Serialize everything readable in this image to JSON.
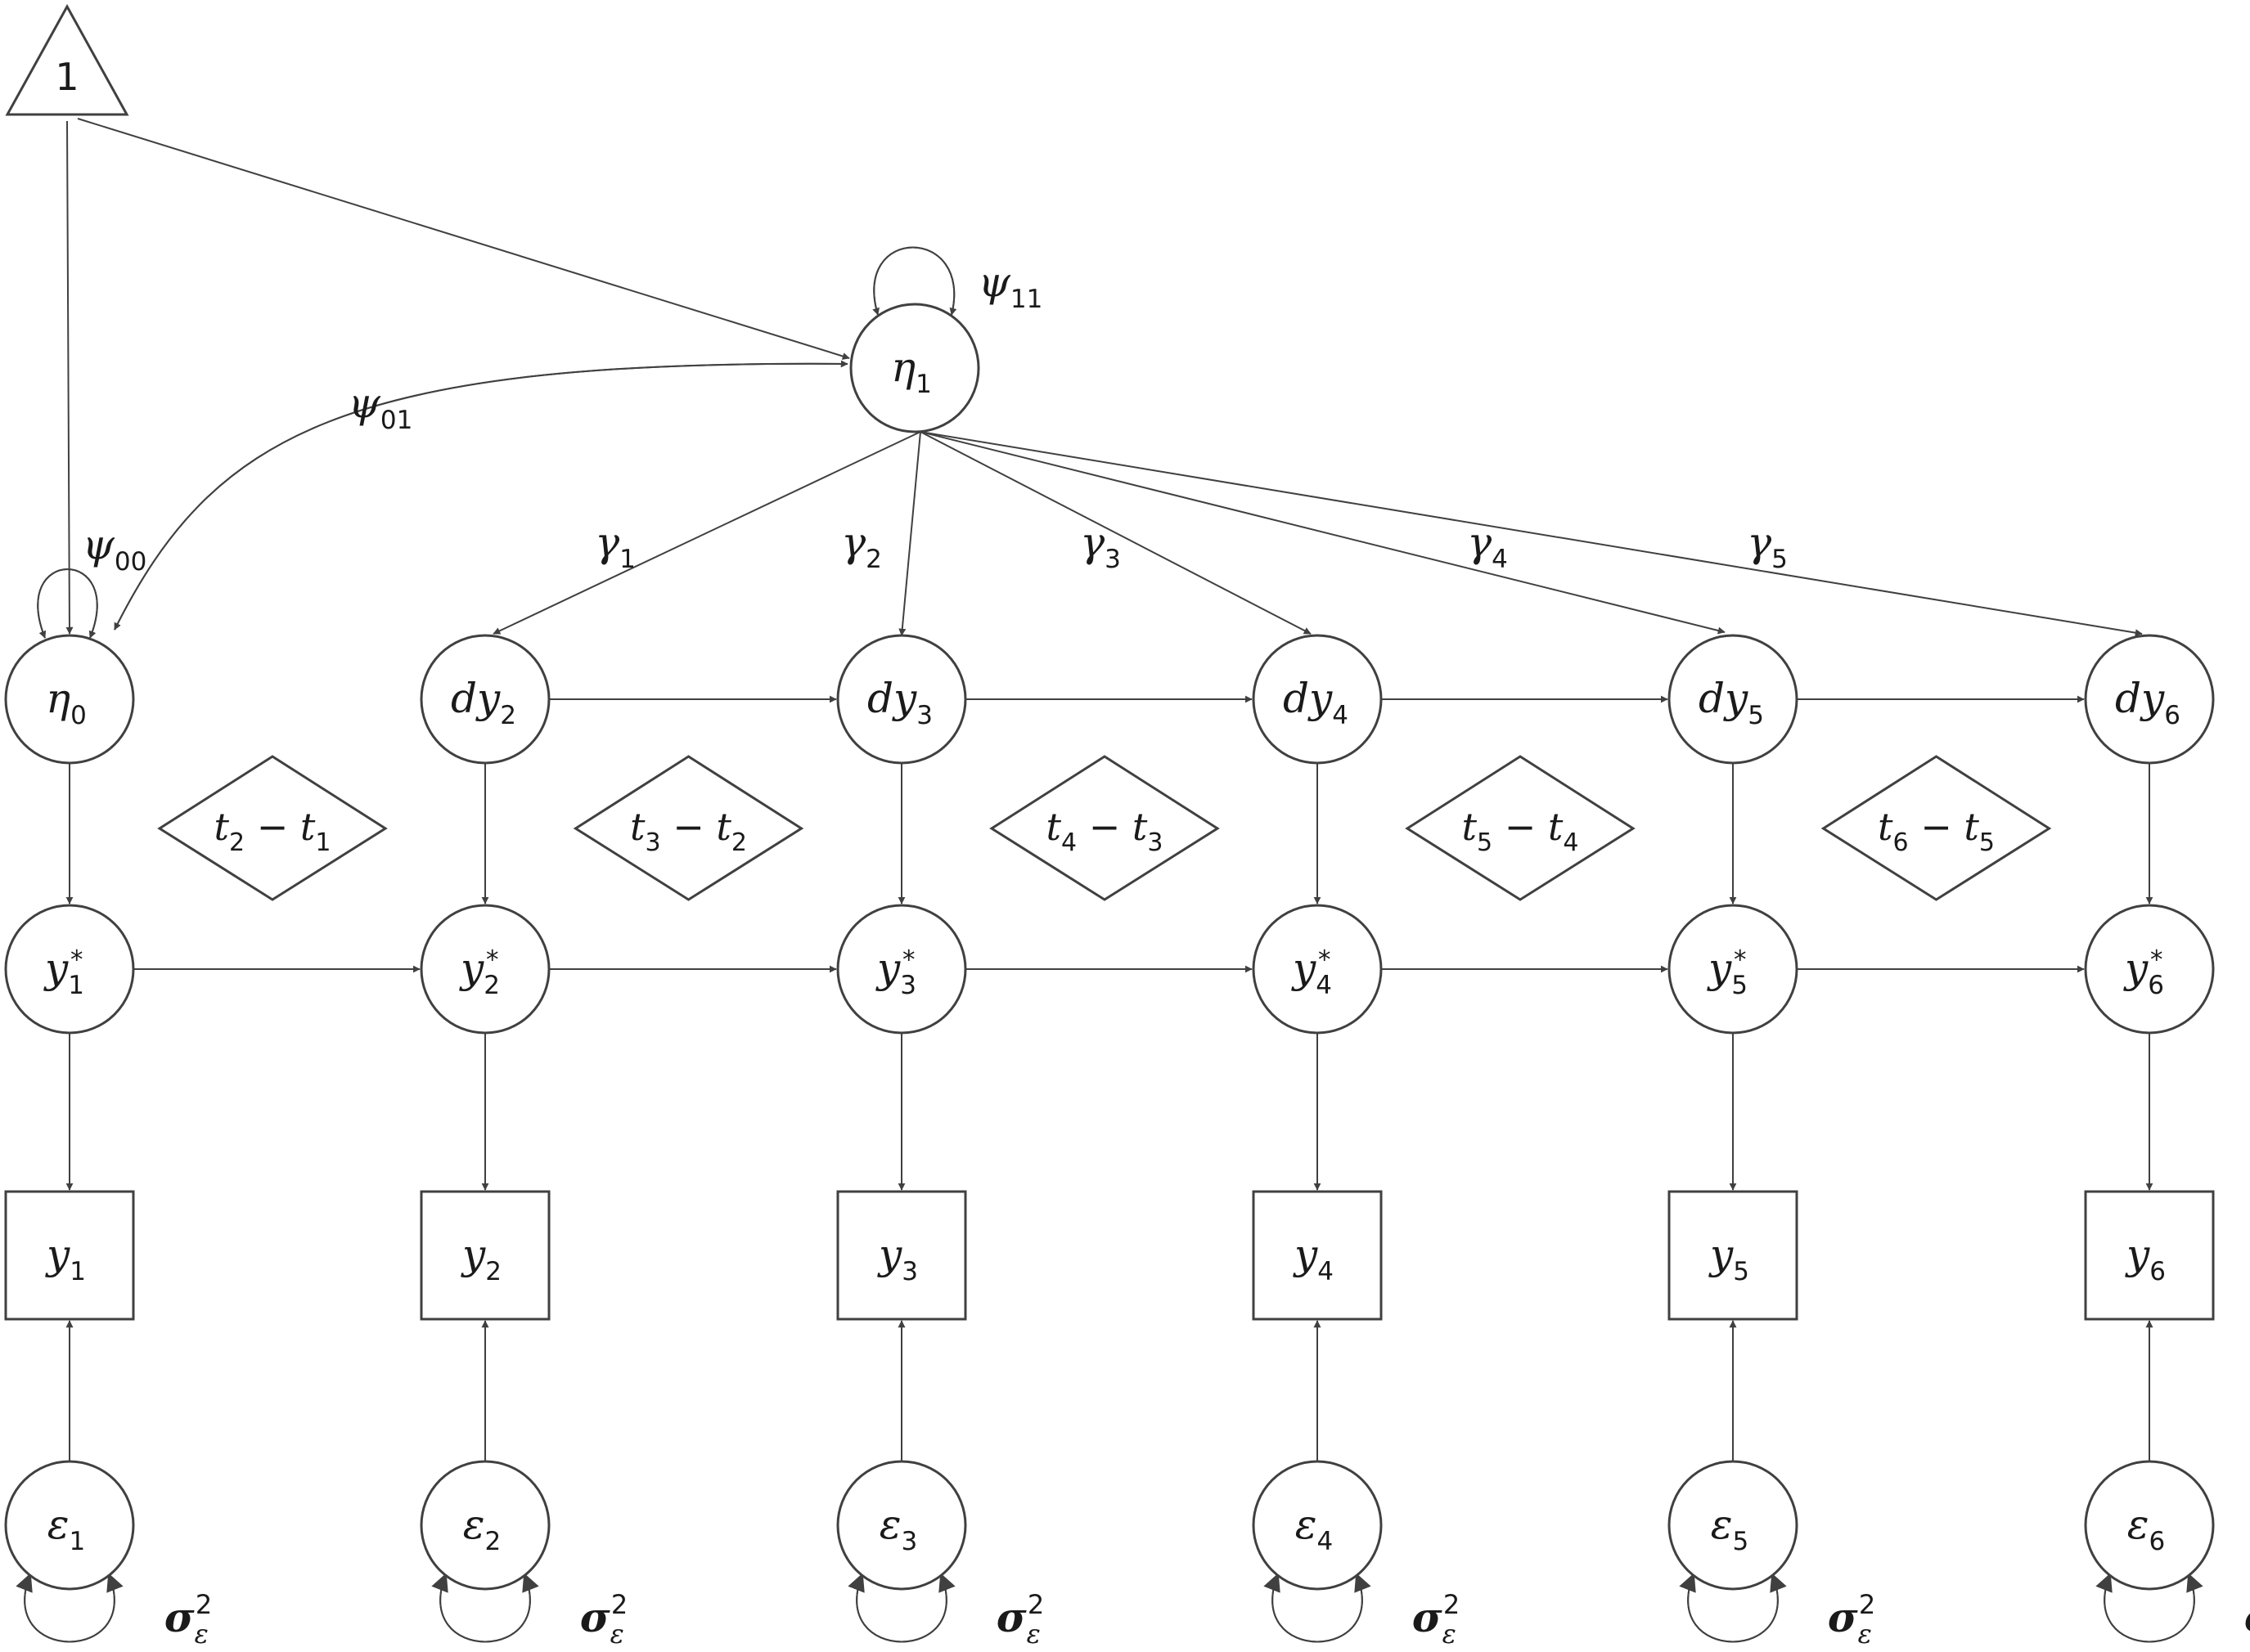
{
  "constant": {
    "label": "1"
  },
  "latent": {
    "intercept": {
      "symbol": "η",
      "sub": "0"
    },
    "slope": {
      "symbol": "η",
      "sub": "1"
    }
  },
  "dy": [
    {
      "symbol": "dy",
      "sub": "2"
    },
    {
      "symbol": "dy",
      "sub": "3"
    },
    {
      "symbol": "dy",
      "sub": "4"
    },
    {
      "symbol": "dy",
      "sub": "5"
    },
    {
      "symbol": "dy",
      "sub": "6"
    }
  ],
  "ystar": [
    {
      "symbol": "y",
      "sub": "1",
      "sup": "*"
    },
    {
      "symbol": "y",
      "sub": "2",
      "sup": "*"
    },
    {
      "symbol": "y",
      "sub": "3",
      "sup": "*"
    },
    {
      "symbol": "y",
      "sub": "4",
      "sup": "*"
    },
    {
      "symbol": "y",
      "sub": "5",
      "sup": "*"
    },
    {
      "symbol": "y",
      "sub": "6",
      "sup": "*"
    }
  ],
  "observed": [
    {
      "symbol": "y",
      "sub": "1"
    },
    {
      "symbol": "y",
      "sub": "2"
    },
    {
      "symbol": "y",
      "sub": "3"
    },
    {
      "symbol": "y",
      "sub": "4"
    },
    {
      "symbol": "y",
      "sub": "5"
    },
    {
      "symbol": "y",
      "sub": "6"
    }
  ],
  "errors": [
    {
      "symbol": "ε",
      "sub": "1"
    },
    {
      "symbol": "ε",
      "sub": "2"
    },
    {
      "symbol": "ε",
      "sub": "3"
    },
    {
      "symbol": "ε",
      "sub": "4"
    },
    {
      "symbol": "ε",
      "sub": "5"
    },
    {
      "symbol": "ε",
      "sub": "6"
    }
  ],
  "intervals": [
    {
      "a": "t",
      "a_sub": "2",
      "op": "−",
      "b": "t",
      "b_sub": "1"
    },
    {
      "a": "t",
      "a_sub": "3",
      "op": "−",
      "b": "t",
      "b_sub": "2"
    },
    {
      "a": "t",
      "a_sub": "4",
      "op": "−",
      "b": "t",
      "b_sub": "3"
    },
    {
      "a": "t",
      "a_sub": "5",
      "op": "−",
      "b": "t",
      "b_sub": "4"
    },
    {
      "a": "t",
      "a_sub": "6",
      "op": "−",
      "b": "t",
      "b_sub": "5"
    }
  ],
  "gammas": [
    {
      "symbol": "γ",
      "sub": "1"
    },
    {
      "symbol": "γ",
      "sub": "2"
    },
    {
      "symbol": "γ",
      "sub": "3"
    },
    {
      "symbol": "γ",
      "sub": "4"
    },
    {
      "symbol": "γ",
      "sub": "5"
    }
  ],
  "psi": {
    "psi00": {
      "symbol": "ψ",
      "sub": "00"
    },
    "psi01": {
      "symbol": "ψ",
      "sub": "01"
    },
    "psi11": {
      "symbol": "ψ",
      "sub": "11"
    }
  },
  "error_variance": {
    "symbol": "σ",
    "sub": "ε",
    "sup": "2"
  }
}
